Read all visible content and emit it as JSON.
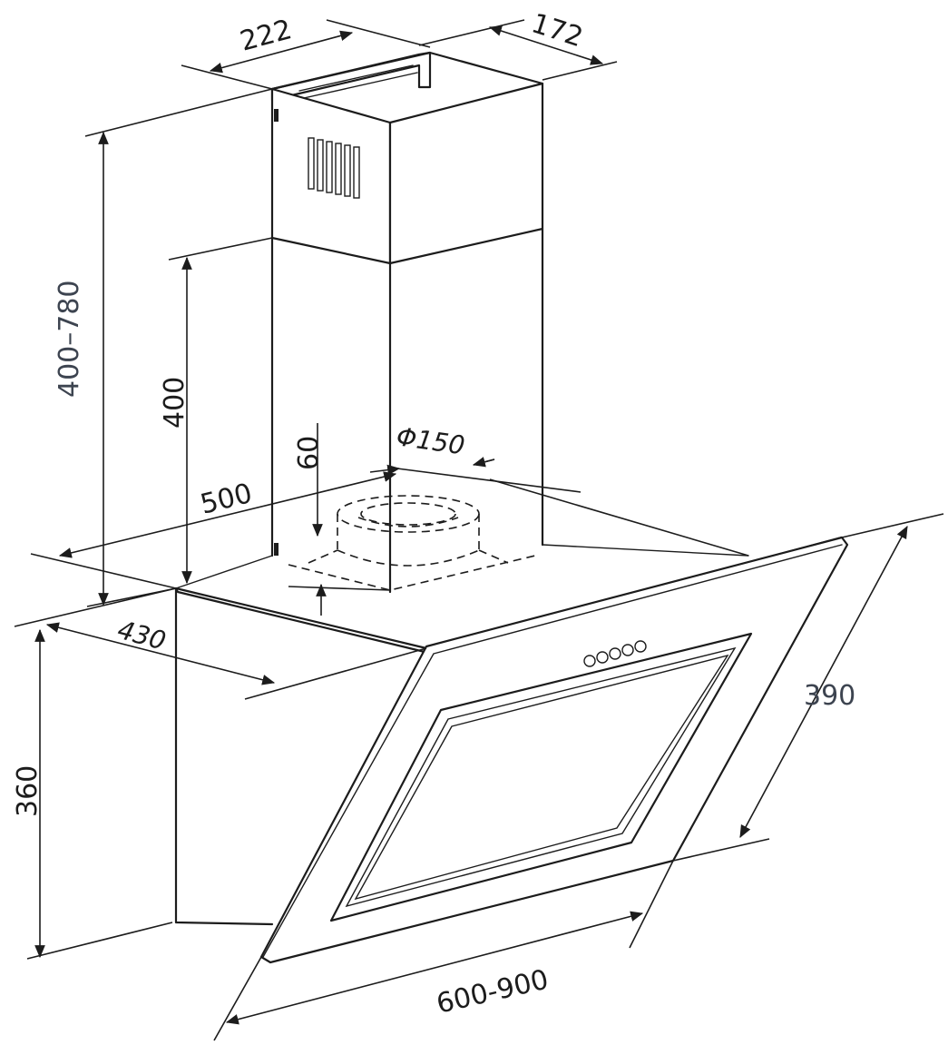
{
  "dimensions": {
    "top_width": "222",
    "top_depth": "172",
    "chimney_total_height": "400–780",
    "chimney_lower_height": "400",
    "duct_offset": "60",
    "duct_diameter": "Φ150",
    "body_width": "500",
    "body_depth": "430",
    "body_height": "360",
    "glass_height": "390",
    "hood_width": "600-900"
  },
  "colors": {
    "line": "#1c1c1c",
    "accent_text": "#3d4450"
  },
  "icons": {
    "control_buttons": "button-cluster-icon",
    "arrowheads": "arrowhead-icon"
  }
}
